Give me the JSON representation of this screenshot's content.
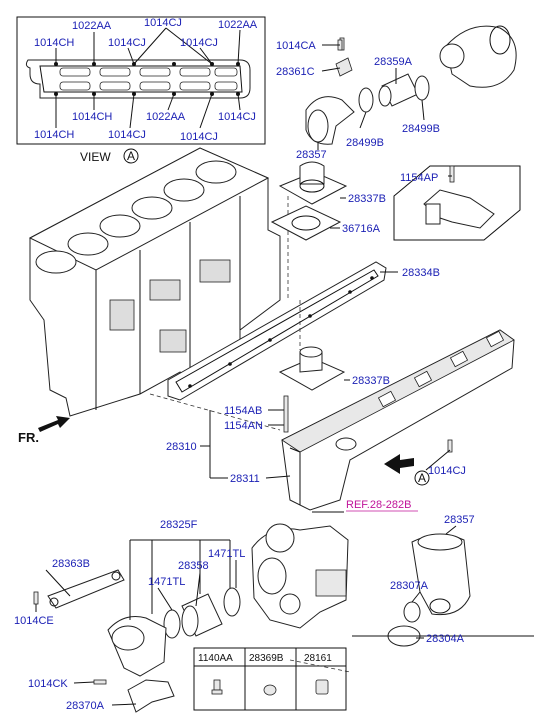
{
  "view_label": "VIEW",
  "view_letter": "A",
  "front_label": "FR.",
  "ref_label": "REF.28-282B",
  "arrow_letter": "A",
  "view_box_labels": {
    "top_1022aa_left": "1022AA",
    "top_1014cj_mid": "1014CJ",
    "top_1022aa_right": "1022AA",
    "row_1014ch": "1014CH",
    "row_1014cj_a": "1014CJ",
    "row_1014cj_b": "1014CJ",
    "mid_1014ch": "1014CH",
    "mid_1022aa": "1022AA",
    "mid_1014cj": "1014CJ",
    "bot_1014ch": "1014CH",
    "bot_1014cj_a": "1014CJ",
    "bot_1014cj_b": "1014CJ"
  },
  "labels": {
    "p1014ca": "1014CA",
    "p28361c": "28361C",
    "p28359a": "28359A",
    "p28499b_l": "28499B",
    "p28499b_r": "28499B",
    "p28357_top": "28357",
    "p1154ap": "1154AP",
    "p28337b_top": "28337B",
    "p36716a": "36716A",
    "p28334b": "28334B",
    "p28337b_mid": "28337B",
    "p1154ab": "1154AB",
    "p1154an": "1154AN",
    "p28310": "28310",
    "p28311": "28311",
    "p1014cj": "1014CJ",
    "p28357_bot": "28357",
    "p28325f": "28325F",
    "p28363b": "28363B",
    "p28358": "28358",
    "p1471tl_a": "1471TL",
    "p1471tl_b": "1471TL",
    "p28307a": "28307A",
    "p1014ce": "1014CE",
    "p28304a": "28304A",
    "p1014ck": "1014CK",
    "p28370a": "28370A"
  },
  "table": {
    "headers": [
      "1140AA",
      "28369B",
      "28161"
    ]
  }
}
